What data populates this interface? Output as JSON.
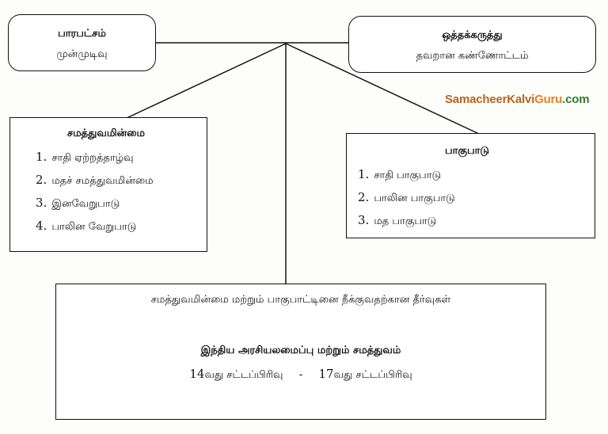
{
  "top_left": {
    "title": "பாரபட்சம்",
    "subtitle": "முன்முடிவு"
  },
  "top_right": {
    "title": "ஒத்தக்கருத்து",
    "subtitle": "தவறான கண்ணோட்டம்"
  },
  "watermark": {
    "part1": "SamacheerKalvi",
    "part2": "Guru",
    "part3": ".com",
    "colors": {
      "part1": "#b5651d",
      "part2": "#e8801f",
      "part3": "#2e7d32"
    }
  },
  "inequality": {
    "title": "சமத்துவமின்மை",
    "items": [
      {
        "num": "1.",
        "text": "சாதி ஏற்றத்தாழ்வு"
      },
      {
        "num": "2.",
        "text": "மதச் சமத்துவமின்மை"
      },
      {
        "num": "3.",
        "text": "இனவேறுபாடு"
      },
      {
        "num": "4.",
        "text": "பாலின வேறுபாடு"
      }
    ]
  },
  "discrimination": {
    "title": "பாகுபாடு",
    "items": [
      {
        "num": "1.",
        "text": "சாதி பாகுபாடு"
      },
      {
        "num": "2.",
        "text": "பாலின பாகுபாடு"
      },
      {
        "num": "3.",
        "text": "மத பாகுபாடு"
      }
    ]
  },
  "solutions": {
    "heading": "சமத்துவமின்மை மற்றும் பாகுபாட்டினை நீக்குவதற்கான தீர்வுகள்",
    "title": "இந்திய அரசியலமைப்பு மற்றும் சமத்துவம்",
    "article1_num": "14",
    "article1_text": "வது சட்டப்பிரிவு",
    "separator": "-",
    "article2_num": "17",
    "article2_text": "வது சட்டப்பிரிவு"
  }
}
